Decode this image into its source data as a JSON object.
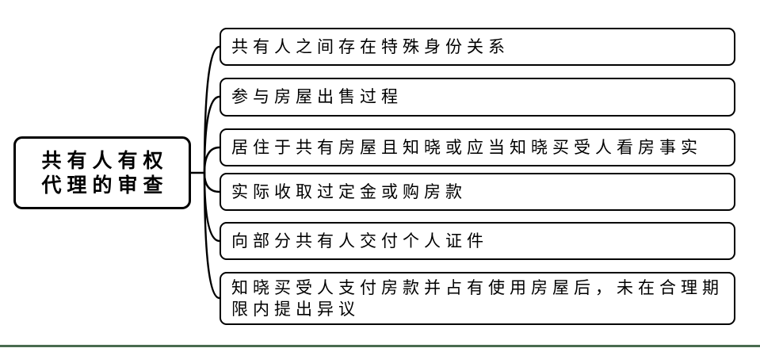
{
  "diagram": {
    "root": {
      "lines": [
        "共有人有权",
        "代理的审查"
      ]
    },
    "children": [
      {
        "label": "共有人之间存在特殊身份关系"
      },
      {
        "label": "参与房屋出售过程"
      },
      {
        "label": "居住于共有房屋且知晓或应当知晓买受人看房事实"
      },
      {
        "label": "实际收取过定金或购房款"
      },
      {
        "label": "向部分共有人交付个人证件"
      },
      {
        "label": "知晓买受人支付房款并占有使用房屋后，未在合理期限内提出异议"
      }
    ],
    "colors": {
      "stroke": "#000000",
      "background": "#ffffff",
      "divider": "#486b4f"
    }
  }
}
